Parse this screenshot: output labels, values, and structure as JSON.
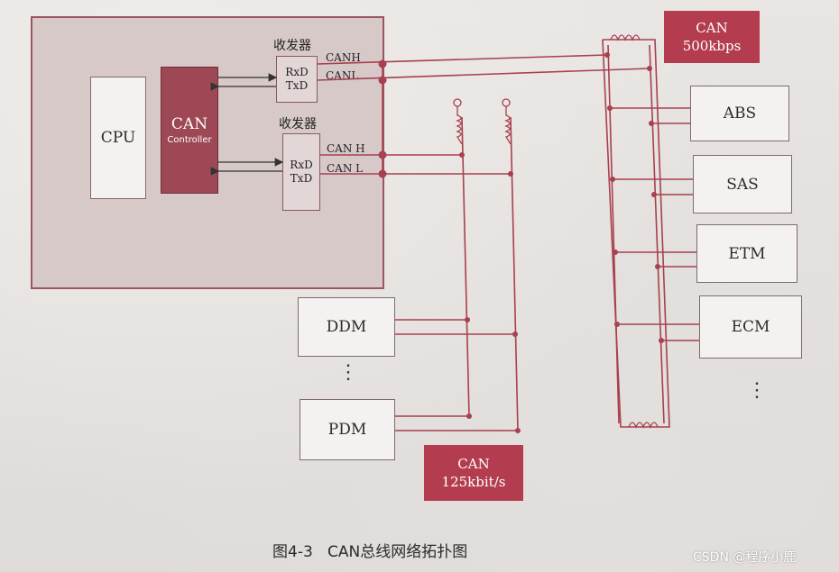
{
  "ecu": {
    "cpu": "CPU",
    "controller_line1": "CAN",
    "controller_line2": "Controller",
    "transceiver1": {
      "title": "收发器",
      "rx": "RxD",
      "tx": "TxD",
      "high": "CANH",
      "low": "CANL"
    },
    "transceiver2": {
      "title": "收发器",
      "rx": "RxD",
      "tx": "TxD",
      "high": "CAN H",
      "low": "CAN L"
    }
  },
  "high_speed_bus": {
    "line1": "CAN",
    "line2": "500kbps"
  },
  "low_speed_bus": {
    "line1": "CAN",
    "line2": "125kbit/s"
  },
  "high_speed_nodes": [
    "ABS",
    "SAS",
    "ETM",
    "ECM"
  ],
  "low_speed_nodes": [
    "DDM",
    "PDM"
  ],
  "ellipsis": "⋮",
  "caption": "图4-3   CAN总线网络拓扑图",
  "watermark": "CSDN @程序小鹿",
  "colors": {
    "bus": "#a8404f",
    "badge": "#b33d4e",
    "controller": "#9e4856"
  }
}
